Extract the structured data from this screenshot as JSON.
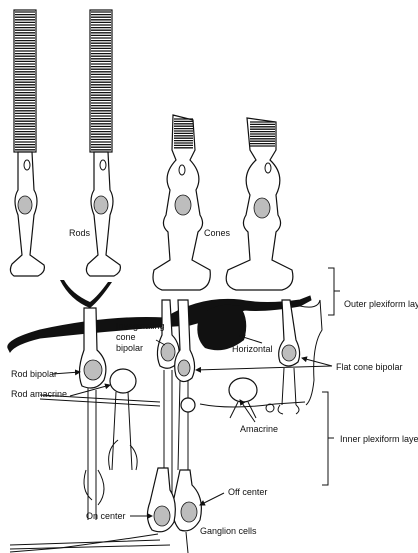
{
  "labels": {
    "rods": "Rods",
    "cones": "Cones",
    "outer_plexiform": "Outer plexiform layer",
    "invaginating": [
      "Invaginating",
      "cone",
      "bipolar"
    ],
    "horizontal": "Horizontal",
    "flat_cone_bipolar": "Flat cone bipolar",
    "rod_bipolar": "Rod bipolar",
    "rod_amacrine": "Rod amacrine",
    "amacrine": "Amacrine",
    "inner_plexiform": "Inner plexiform layer",
    "off_center": "Off center",
    "on_center": "On center",
    "ganglion_cells": "Ganglion cells"
  }
}
